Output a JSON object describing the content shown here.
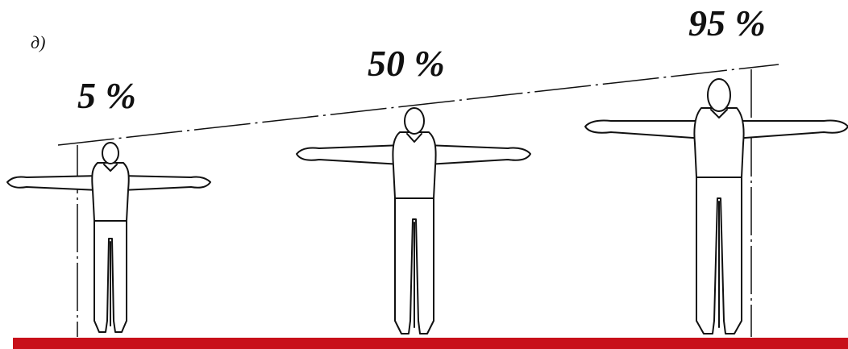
{
  "panel_label": "д)",
  "figures": [
    {
      "percentile_label": "5 %"
    },
    {
      "percentile_label": "50 %"
    },
    {
      "percentile_label": "95 %"
    }
  ],
  "colors": {
    "floor_bar": "#c8101a",
    "line_art": "#111111",
    "background": "#ffffff"
  }
}
